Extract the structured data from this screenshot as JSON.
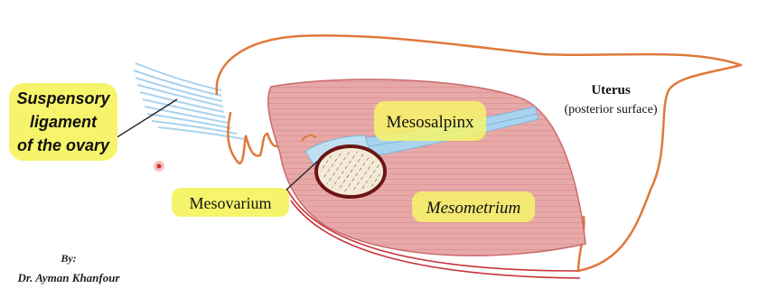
{
  "labels": {
    "suspensory_line1": "Suspensory",
    "suspensory_line2": "ligament",
    "suspensory_line3": "of the ovary",
    "mesosalpinx": "Mesosalpinx",
    "mesovarium": "Mesovarium",
    "mesometrium": "Mesometrium",
    "uterus": "Uterus",
    "uterus_sub": "(posterior surface)"
  },
  "credit": {
    "by": "By:",
    "author": "Dr. Ayman Khanfour"
  },
  "colors": {
    "highlight": "#f6f46a",
    "uterus_outline": "#e0793a",
    "ligament_fill": "#e7a9a8",
    "ligament_stroke": "#c86a6a",
    "tube_blue": "#a9d3ee",
    "ovary_fill": "#f3ead7",
    "ovary_stroke": "#6b1414",
    "base_red": "#c8333a"
  }
}
